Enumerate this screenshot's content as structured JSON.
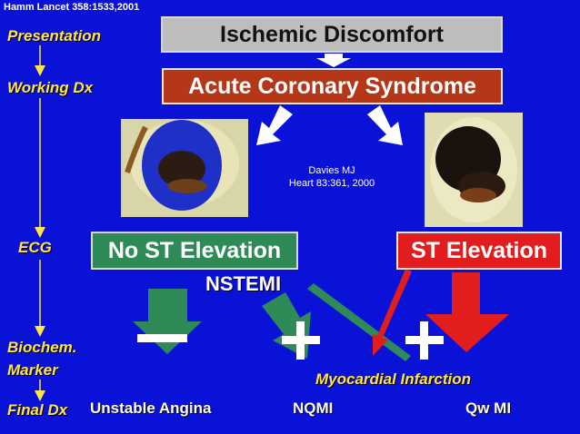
{
  "citation": "Hamm Lancet 358:1533,2001",
  "stages": {
    "presentation": "Presentation",
    "working_dx": "Working Dx",
    "ecg": "ECG",
    "biochem": "Biochem.",
    "marker": "Marker",
    "final_dx": "Final Dx"
  },
  "boxes": {
    "ischemic": "Ischemic Discomfort",
    "acs": "Acute Coronary Syndrome",
    "no_st": "No ST Elevation",
    "st": "ST Elevation"
  },
  "reference": {
    "line1": "Davies MJ",
    "line2": "Heart 83:361, 2000"
  },
  "labels": {
    "nstemi": "NSTEMI",
    "myocardial_infarction": "Myocardial Infarction",
    "unstable_angina": "Unstable Angina",
    "nqmi": "NQMI",
    "qw_mi": "Qw MI"
  },
  "colors": {
    "background": "#0b12d8",
    "stage_text": "#ffe54a",
    "green": "#2e8a57",
    "red": "#e11d1d",
    "acs_box": "#b43818",
    "ischemic_box": "#bdbdbd"
  }
}
